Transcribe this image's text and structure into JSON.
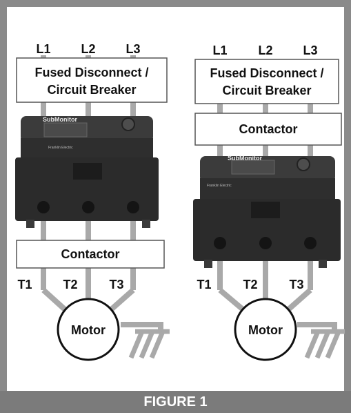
{
  "left": {
    "line_labels": [
      "L1",
      "L2",
      "L3"
    ],
    "breaker_label_line1": "Fused Disconnect /",
    "breaker_label_line2": "Circuit Breaker",
    "contactor_label": "Contactor",
    "terminal_labels": [
      "T1",
      "T2",
      "T3"
    ],
    "motor_label": "Motor",
    "device_brand": "SubMonitor",
    "device_maker": "Franklin Electric"
  },
  "right": {
    "line_labels": [
      "L1",
      "L2",
      "L3"
    ],
    "breaker_label_line1": "Fused Disconnect /",
    "breaker_label_line2": "Circuit Breaker",
    "contactor_label": "Contactor",
    "terminal_labels": [
      "T1",
      "T2",
      "T3"
    ],
    "motor_label": "Motor",
    "device_brand": "SubMonitor",
    "device_maker": "Franklin Electric"
  },
  "caption": "FIGURE 1",
  "colors": {
    "frame": "#8a8a8a",
    "wire": "#a9a9a9",
    "device_dark": "#2b2b2b",
    "device_mid": "#3b3b3b",
    "caption_bg": "#7b7b7b"
  }
}
